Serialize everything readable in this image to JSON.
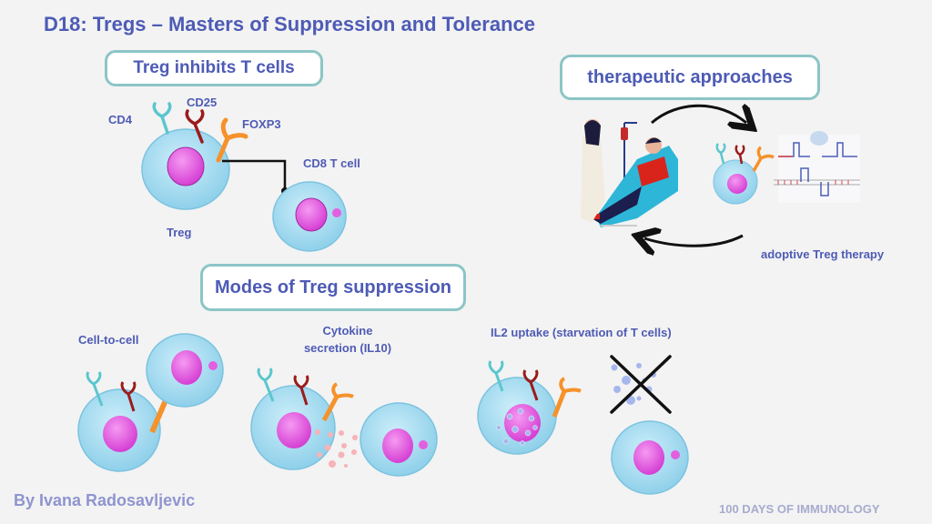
{
  "title": "D18: Tregs – Masters of Suppression and Tolerance",
  "sections": {
    "inhibits": {
      "heading": "Treg inhibits T cells",
      "labels": {
        "cd4": "CD4",
        "cd25": "CD25",
        "foxp3": "FOXP3",
        "cd8": "CD8 T cell",
        "treg": "Treg"
      }
    },
    "therapy": {
      "heading": "therapeutic approaches",
      "caption": "adoptive Treg therapy"
    },
    "modes": {
      "heading": "Modes of Treg suppression",
      "items": [
        {
          "label": "Cell-to-cell"
        },
        {
          "label_line1": "Cytokine",
          "label_line2": "secretion (IL10)"
        },
        {
          "label": "IL2 uptake (starvation of T cells)"
        }
      ]
    }
  },
  "footer": {
    "author": "By Ivana Radosavljevic",
    "series": "100 DAYS OF IMMUNOLOGY"
  },
  "colors": {
    "text": "#4e5bb5",
    "box_border": "#8cc5c6",
    "cell_body": "#a9dcef",
    "nucleus": "#e35fe0",
    "cd4": "#5bc6cf",
    "cd25": "#9b1b1b",
    "foxp3": "#f5922b",
    "cytokine": "#f6b3b8",
    "il2": "#a6b7ee"
  }
}
